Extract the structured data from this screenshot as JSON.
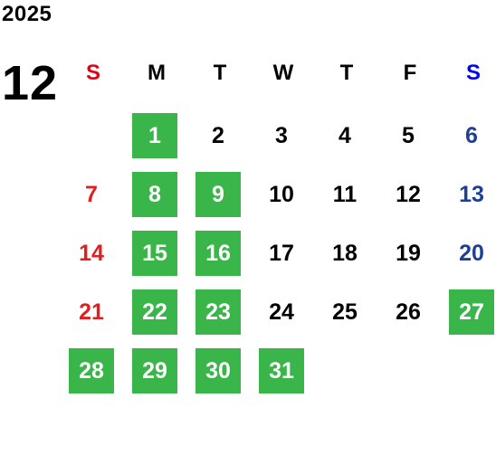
{
  "calendar": {
    "year": "2025",
    "month": "12",
    "weekdays": [
      {
        "label": "S",
        "color": "#e60012"
      },
      {
        "label": "M",
        "color": "#000000"
      },
      {
        "label": "T",
        "color": "#000000"
      },
      {
        "label": "W",
        "color": "#000000"
      },
      {
        "label": "T",
        "color": "#000000"
      },
      {
        "label": "F",
        "color": "#000000"
      },
      {
        "label": "S",
        "color": "#0000ff"
      }
    ],
    "colors": {
      "highlight_bg": "#39b54a",
      "highlight_text": "#ffffff",
      "sunday_text": "#e02020",
      "saturday_text": "#1e3f94",
      "weekday_text": "#000000"
    },
    "first_weekday_index": 1,
    "days_in_month": 31,
    "highlighted_days": [
      1,
      8,
      9,
      15,
      16,
      22,
      23,
      27,
      28,
      29,
      30,
      31
    ]
  }
}
